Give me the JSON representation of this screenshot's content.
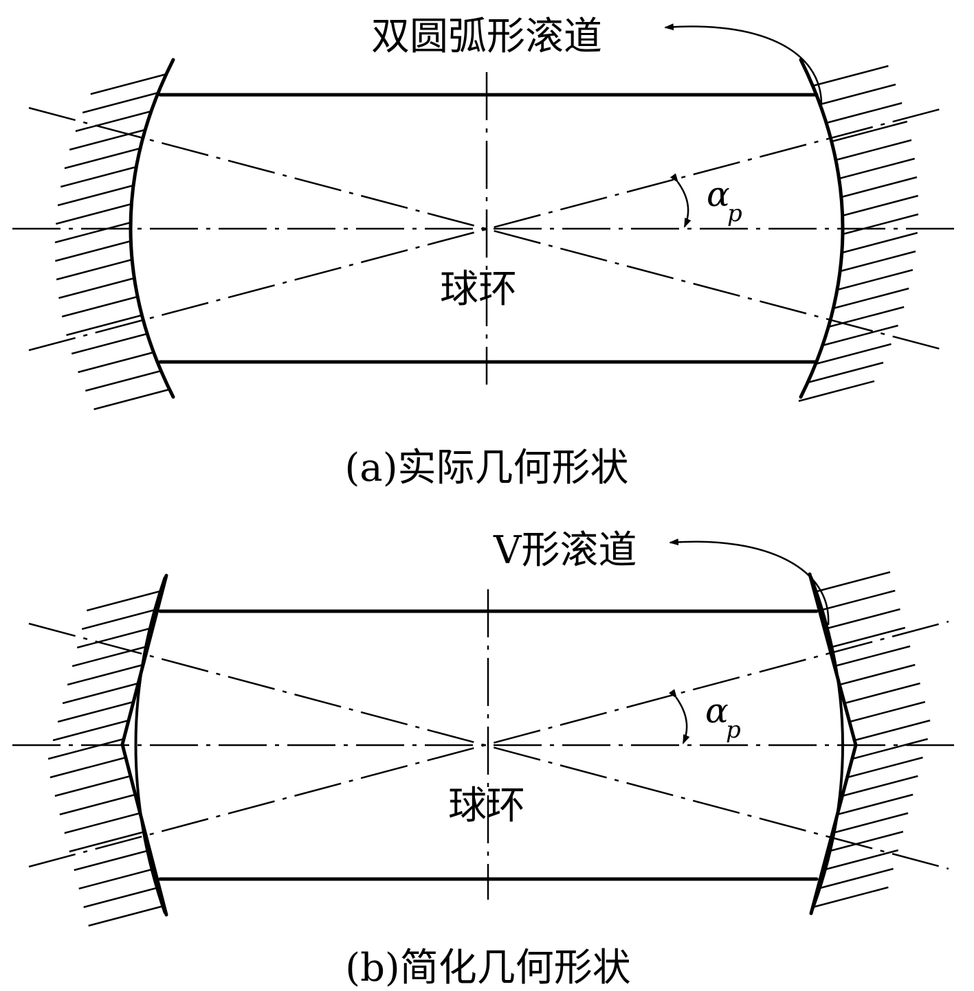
{
  "panel_a": {
    "raceway_label": "双圆弧形滚道",
    "ring_label": "球环",
    "angle_symbol": "α",
    "angle_subscript": "p",
    "caption": "(a)实际几何形状"
  },
  "panel_b": {
    "raceway_label": "V形滚道",
    "ring_label": "球环",
    "angle_symbol": "α",
    "angle_subscript": "p",
    "caption": "(b)简化几何形状"
  },
  "colors": {
    "line": "#000000",
    "background": "#ffffff"
  }
}
